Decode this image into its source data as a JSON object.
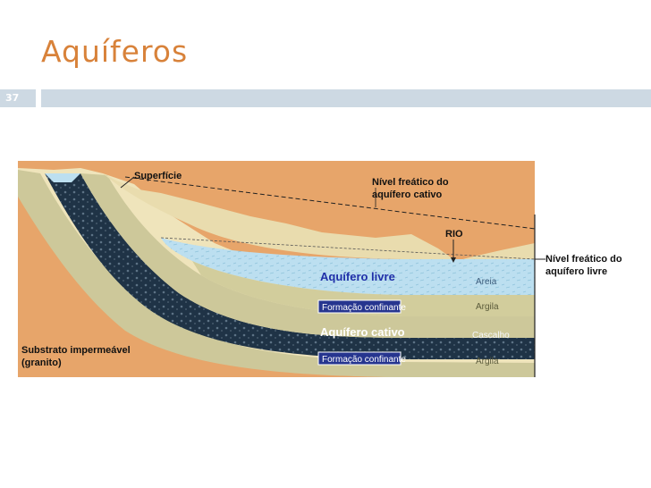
{
  "slide": {
    "title": "Aquíferos",
    "number": "37"
  },
  "diagram": {
    "labels": {
      "surface": "Superfície",
      "confined_water_table_line1": "Nível freático do",
      "confined_water_table_line2": "aquífero cativo",
      "river": "RIO",
      "free_water_table_line1": "Nível freático do",
      "free_water_table_line2": "aquífero livre",
      "free_aquifer": "Aquífero livre",
      "confined_aquifer": "Aquífero cativo",
      "confining_formation_1": "Formação confinante",
      "confining_formation_2": "Formação confinante",
      "sand": "Areia",
      "clay_1": "Argila",
      "gravel": "Cascalho",
      "clay_2": "Argila",
      "substrate_line1": "Substrato impermeável",
      "substrate_line2": "(granito)"
    },
    "colors": {
      "substrate": "#e7a56a",
      "soil": "#e9dcae",
      "water": "#bcdff0",
      "clay": "#c9c690",
      "gravel": "#1f3346",
      "confining_box": "#26358f"
    }
  }
}
